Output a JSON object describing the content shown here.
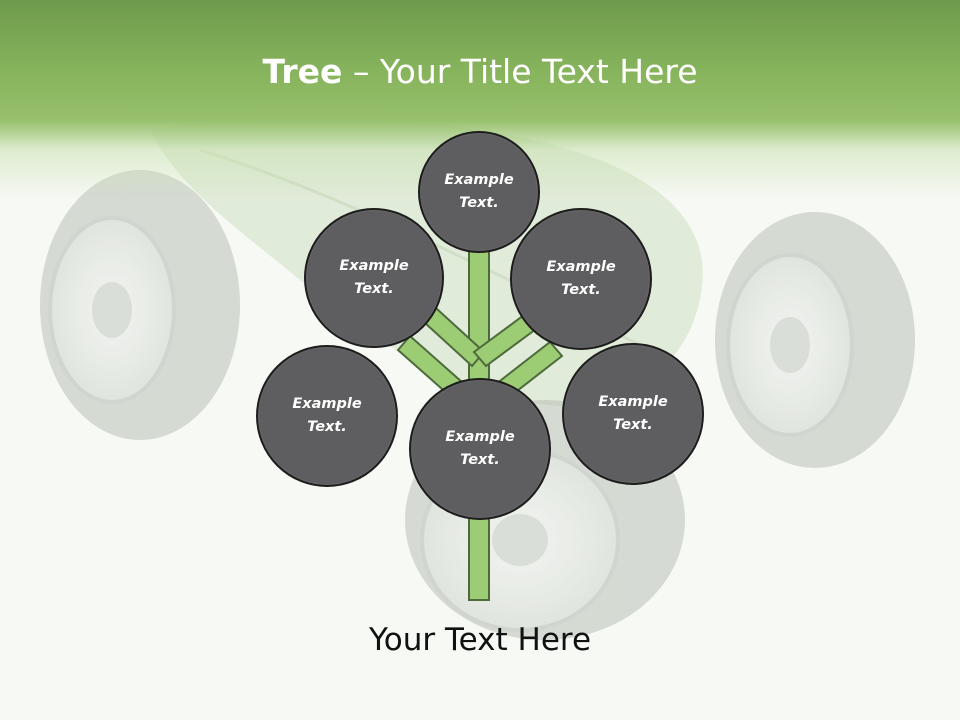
{
  "slide": {
    "title_bold": "Tree",
    "title_rest": " – Your Title Text Here",
    "footer": "Your Text Here"
  },
  "nodes": [
    {
      "label": "Example\nText."
    },
    {
      "label": "Example\nText."
    },
    {
      "label": "Example\nText."
    },
    {
      "label": "Example\nText."
    },
    {
      "label": "Example\nText."
    },
    {
      "label": "Example\nText."
    }
  ],
  "colors": {
    "header_green": "#86b35c",
    "node_fill": "#5e5e60",
    "node_border": "#1d1d1d",
    "branch_fill": "#9ccc74",
    "branch_stroke": "#4e6a3c"
  },
  "background_image": "car-made-of-leaf-with-tires"
}
